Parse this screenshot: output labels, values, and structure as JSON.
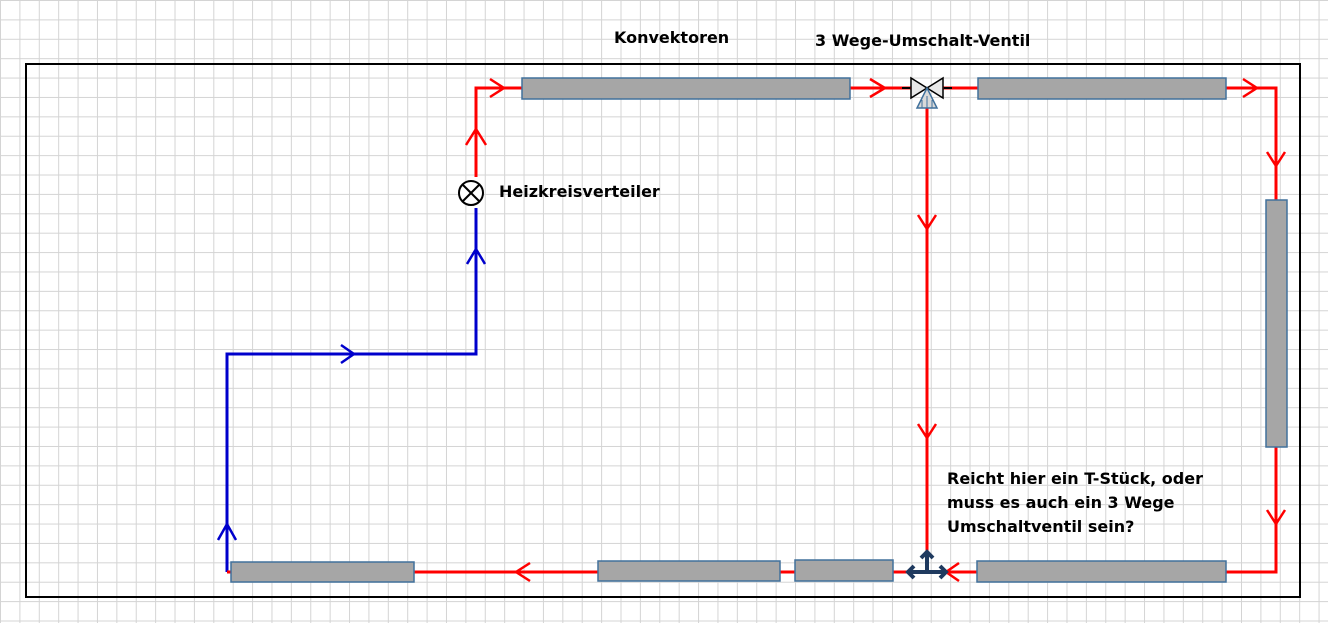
{
  "labels": {
    "convectors": "Konvektoren",
    "valve": "3 Wege-Umschalt-Ventil",
    "distributor": "Heizkreisverteiler",
    "question": [
      "Reicht hier ein T-Stück, oder",
      "muss es auch ein 3 Wege",
      "Umschaltventil sein?"
    ]
  },
  "colors": {
    "supply": "#ff0000",
    "return": "#0000cc",
    "convector_fill": "#a6a6a6",
    "convector_border": "#41719c",
    "room_border": "#000000"
  }
}
